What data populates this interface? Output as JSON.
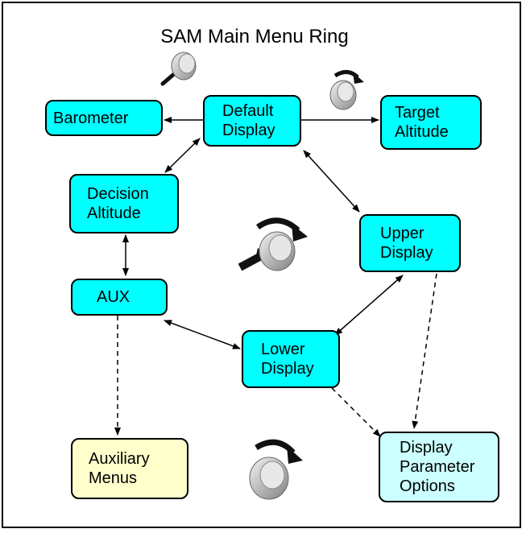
{
  "title": "SAM Main Menu Ring",
  "colors": {
    "node_fill": "#00ffff",
    "auxiliary_fill": "#ffffcc",
    "options_fill": "#ccffff",
    "line": "#000000"
  },
  "nodes": {
    "barometer": {
      "lines": [
        "Barometer"
      ]
    },
    "default_display": {
      "lines": [
        "Default",
        "Display"
      ]
    },
    "target_altitude": {
      "lines": [
        "Target",
        "Altitude"
      ]
    },
    "decision_altitude": {
      "lines": [
        "Decision",
        "Altitude"
      ]
    },
    "upper_display": {
      "lines": [
        "Upper",
        "Display"
      ]
    },
    "aux": {
      "lines": [
        "AUX"
      ]
    },
    "lower_display": {
      "lines": [
        "Lower",
        "Display"
      ]
    },
    "auxiliary_menus": {
      "lines": [
        "Auxiliary",
        "Menus"
      ]
    },
    "display_parameter_options": {
      "lines": [
        "Display",
        "Parameter",
        "Options"
      ]
    }
  },
  "icons": {
    "push_knob": "knob-push-icon",
    "rotate_knob": "knob-rotate-icon",
    "push_rotate_knob": "knob-push-rotate-icon",
    "rotate_knob_large": "knob-rotate-large-icon"
  }
}
